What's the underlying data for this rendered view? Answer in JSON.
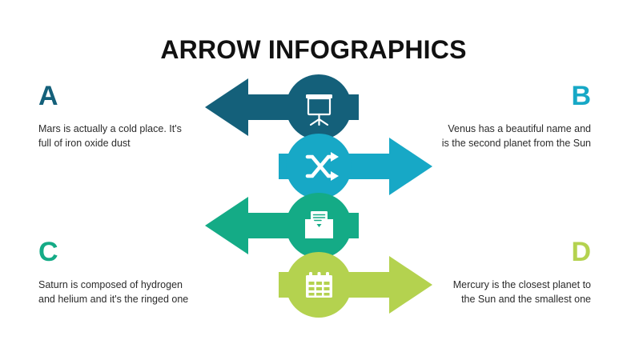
{
  "slide": {
    "title": "ARROW INFOGRAPHICS",
    "background_color": "#ffffff"
  },
  "colors": {
    "dark_teal": "#14607a",
    "cyan": "#17a8c6",
    "green": "#14ab86",
    "lime": "#b4d24f",
    "title_text": "#111111",
    "body_text": "#2b2b2b"
  },
  "blocks": [
    {
      "id": "a",
      "letter": "A",
      "letter_color": "#14607a",
      "description": "Mars is actually a cold place. It's full of iron oxide dust",
      "align": "left"
    },
    {
      "id": "b",
      "letter": "B",
      "letter_color": "#17a8c6",
      "description": "Venus has a beautiful name and is the second planet from the Sun",
      "align": "right"
    },
    {
      "id": "c",
      "letter": "C",
      "letter_color": "#14ab86",
      "description": "Saturn is composed of hydrogen and helium and it's the ringed one",
      "align": "left"
    },
    {
      "id": "d",
      "letter": "D",
      "letter_color": "#b4d24f",
      "description": "Mercury is the closest planet to the Sun and the smallest one",
      "align": "right"
    }
  ],
  "arrow_rows": [
    {
      "id": "a",
      "direction": "left",
      "color": "#14607a",
      "icon": "presentation-board-icon",
      "circle_side": "right"
    },
    {
      "id": "b",
      "direction": "right",
      "color": "#17a8c6",
      "icon": "shuffle-icon",
      "circle_side": "left"
    },
    {
      "id": "c",
      "direction": "left",
      "color": "#14ab86",
      "icon": "open-envelope-letter-icon",
      "circle_side": "right"
    },
    {
      "id": "d",
      "direction": "right",
      "color": "#b4d24f",
      "icon": "calendar-icon",
      "circle_side": "left"
    }
  ]
}
